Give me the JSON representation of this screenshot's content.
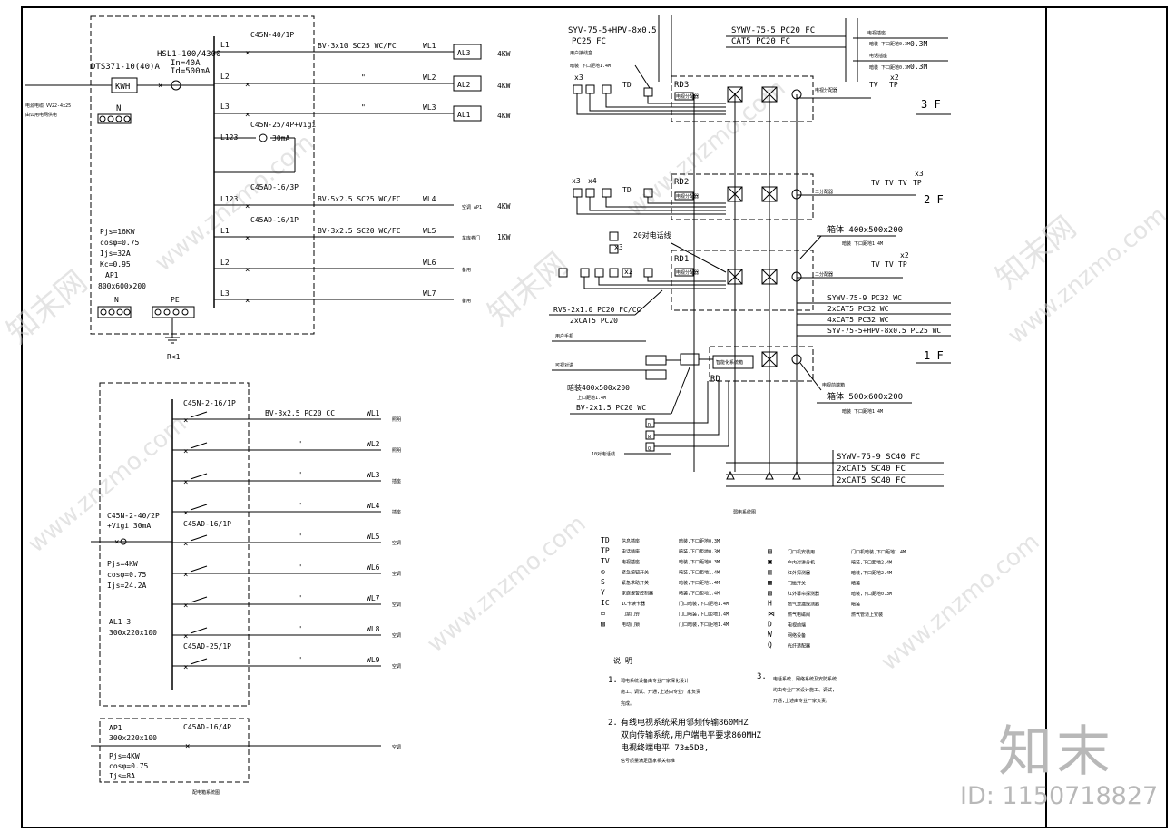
{
  "watermark": {
    "site": "www.znzmo.com",
    "cn": "知末网",
    "logo": "知末",
    "id": "ID: 1150718827"
  },
  "panel1": {
    "meter": "DTS371-10(40)A",
    "kwh": "KWH",
    "switch": "HSL1-100/4300",
    "in": "In=40A",
    "id": "Id=500mA",
    "incoming": "电源电缆 VV22-4x25",
    "incoming_note": "由公用电网供电",
    "n": "N",
    "pe": "PE",
    "r": "R<1",
    "lines": [
      {
        "ph": "L1",
        "br": "C45N-40/1P",
        "cable": "BV-3x10 SC25 WC/FC",
        "wl": "WL1",
        "load": "AL3",
        "kw": "4KW"
      },
      {
        "ph": "L2",
        "br": "",
        "cable": "\"",
        "wl": "WL2",
        "load": "AL2",
        "kw": "4KW"
      },
      {
        "ph": "L3",
        "br": "",
        "cable": "\"",
        "wl": "WL3",
        "load": "AL1",
        "kw": "4KW"
      },
      {
        "ph": "L123",
        "br": "C45AD-16/3P",
        "cable": "BV-5x2.5 SC25 WC/FC",
        "wl": "WL4",
        "load": "空调 AP1",
        "kw": "4KW"
      },
      {
        "ph": "L1",
        "br": "C45AD-16/1P",
        "cable": "BV-3x2.5 SC20 WC/FC",
        "wl": "WL5",
        "load": "车库卷门",
        "kw": "1KW"
      },
      {
        "ph": "L2",
        "br": "",
        "cable": "",
        "wl": "WL6",
        "load": "备用",
        "kw": ""
      },
      {
        "ph": "L3",
        "br": "",
        "cable": "",
        "wl": "WL7",
        "load": "备用",
        "kw": ""
      }
    ],
    "vigi": "C45N-25/4P+Vigi",
    "vigi_ma": "30mA",
    "l123": "L123",
    "calc": [
      "Pjs=16KW",
      "cosφ=0.75",
      "Ijs=32A",
      "Kc=0.95",
      "AP1",
      "800x600x200"
    ]
  },
  "panel2": {
    "main": "C45N-2-40/2P",
    "vigi": "+Vigi 30mA",
    "br1": "C45N-2-16/1P",
    "br2": "C45AD-16/1P",
    "br3": "C45AD-25/1P",
    "cable": "BV-3x2.5 PC20 CC",
    "lines": [
      {
        "wl": "WL1",
        "load": "照明",
        "c": "BV-3x2.5 PC20 CC"
      },
      {
        "wl": "WL2",
        "load": "照明",
        "c": "\""
      },
      {
        "wl": "WL3",
        "load": "插座",
        "c": "\""
      },
      {
        "wl": "WL4",
        "load": "插座",
        "c": "\""
      },
      {
        "wl": "WL5",
        "load": "空调",
        "c": "\""
      },
      {
        "wl": "WL6",
        "load": "空调",
        "c": "\""
      },
      {
        "wl": "WL7",
        "load": "空调",
        "c": "\""
      },
      {
        "wl": "WL8",
        "load": "空调",
        "c": "\""
      },
      {
        "wl": "WL9",
        "load": "空调",
        "c": "\""
      }
    ],
    "calc": [
      "Pjs=4KW",
      "cosφ=0.75",
      "Ijs=24.2A",
      "AL1~3",
      "300x220x100"
    ]
  },
  "panel3": {
    "box": [
      "AP1",
      "300x220x100"
    ],
    "br": "C45AD-16/4P",
    "load": "空调",
    "calc": [
      "Pjs=4KW",
      "cosφ=0.75",
      "Ijs=8A"
    ],
    "title": "配电箱系统图"
  },
  "weak": {
    "top": [
      "SYV-75-5+HPV-8x0.5",
      "PC25 FC",
      "SYWV-75-5 PC20 FC",
      "CAT5 PC20 FC"
    ],
    "right_notes": [
      "电视插座",
      "暗装  下口距地0.3M",
      "电话插座",
      "暗装  下口距地0.3M",
      "用户接线盒",
      "暗装  下口距地1.4M"
    ],
    "rd3": "RD3",
    "rd2": "RD2",
    "rd1": "RD1",
    "rd": "RD",
    "floors": [
      "3 F",
      "2 F",
      "1 F"
    ],
    "tv": "TV",
    "tp": "TP",
    "td": "TD",
    "x2": "x2",
    "x3": "x3",
    "x4": "x4",
    "box_dims": [
      "400x500x200",
      "暗装  下口距地1.4M",
      "500x600x200",
      "暗装  下口距地1.4M",
      "暗装400x500x200",
      "上口距地1.4M"
    ],
    "cables": [
      "SYWV-75-9 PC32 WC",
      "2xCAT5  PC32 WC",
      "4xCAT5  PC32 WC",
      "SYV-75-5+HPV-8x0.5 PC25 WC",
      "RVS-2x1.0 PC20 FC/CC",
      "2xCAT5 PC20",
      "BV-2x1.5 PC20 WC",
      "20对电话线"
    ],
    "bottom": [
      "SYWV-75-9 SC40 FC",
      "2xCAT5  SC40 FC",
      "2xCAT5  SC40 FC"
    ],
    "misc": [
      "10对电话线",
      "智能化系统箱",
      "电视前端箱",
      "用户手机",
      "可视对讲"
    ],
    "title": "弱电系统图"
  },
  "legend": {
    "left": [
      [
        "TD",
        "信息插座",
        "暗装,下口距地0.3M"
      ],
      [
        "TP",
        "电话插座",
        "暗装,下口距地0.3M"
      ],
      [
        "TV",
        "电视插座",
        "暗装,下口距地0.3M"
      ],
      [
        "◎",
        "紧急按钮开关",
        "暗装,下口距地1.4M"
      ],
      [
        "S",
        "紧急求助开关",
        "暗装,下口距地1.4M"
      ],
      [
        "Y",
        "家庭报警控制器",
        "暗装,下口距地1.4M"
      ],
      [
        "IC",
        "IC卡读卡器",
        "门口暗装,下口距地1.4M"
      ],
      [
        "▭",
        "门禁门铃",
        "门口暗装,下口距地1.4M"
      ],
      [
        "▨",
        "电动门锁",
        "门口暗装,下口距地1.4M"
      ]
    ],
    "right": [
      [
        "▤",
        "门口机安装用",
        "门口机暗装,下口距地1.4M"
      ],
      [
        "▣",
        "户内对讲分机",
        "暗装,下口距地2.4M"
      ],
      [
        "▥",
        "红外探测器",
        "暗装,下口距地2.4M"
      ],
      [
        "▦",
        "门磁开关",
        "暗装"
      ],
      [
        "▧",
        "红外幕帘探测器",
        "暗装,下口距地0.3M"
      ],
      [
        "H",
        "燃气泄漏探测器",
        "暗装"
      ],
      [
        "⋈",
        "燃气电磁阀",
        "燃气管道上安装"
      ],
      [
        "D",
        "电视前端",
        ""
      ],
      [
        "W",
        "网络设备",
        ""
      ],
      [
        "Q",
        "光纤适配器",
        ""
      ]
    ]
  },
  "notes": {
    "title": "说    明",
    "n1": "1.",
    "n1a": "弱电系统设备由专业厂家深化设计",
    "n1b": "施工、调试、开通,上述由专业厂家负责",
    "n1c": "完成。",
    "n2": "2.",
    "n2a": "有线电视系统采用邻频传输860MHZ",
    "n2b": "双向传输系统,用户端电平要求860MHZ",
    "n2c": "电视终端电平 73±5DB,",
    "n2d": "信号质量满足国家相关标准",
    "n3": "3.",
    "n3a": "电话系统、网络系统及安防系统",
    "n3b": "均由专业厂家设计施工、调试,",
    "n3c": "开通,上述由专业厂家负责。"
  }
}
